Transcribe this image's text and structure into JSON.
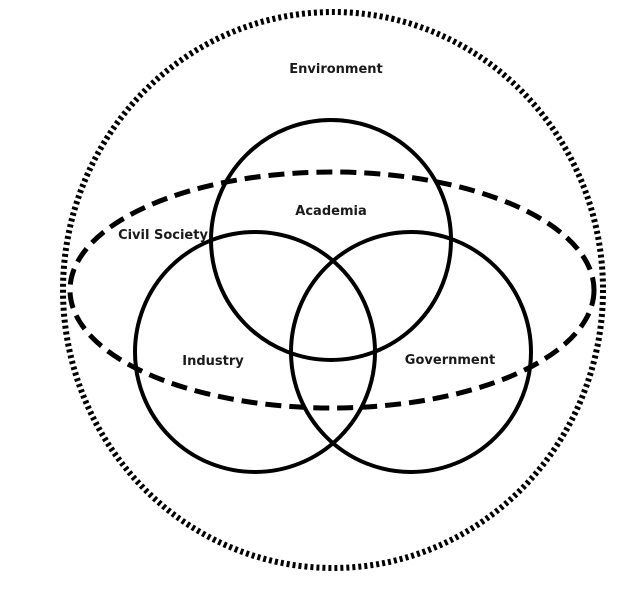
{
  "diagram": {
    "labels": {
      "environment": "Environment",
      "civil_society": "Civil Society",
      "academia": "Academia",
      "industry": "Industry",
      "government": "Government"
    }
  }
}
